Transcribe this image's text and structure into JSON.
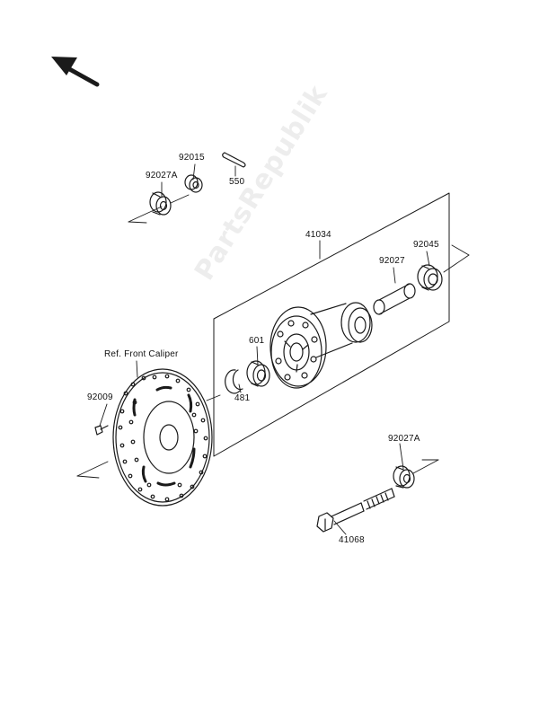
{
  "labels": {
    "p92015": "92015",
    "p92027A_top": "92027A",
    "p550": "550",
    "p41034": "41034",
    "p92045": "92045",
    "p92027": "92027",
    "p601": "601",
    "ref_caliper": "Ref. Front Caliper",
    "p92009": "92009",
    "p481": "481",
    "p92027A_bottom": "92027A",
    "p41068": "41068"
  },
  "watermark": "PartsRepublik",
  "colors": {
    "line": "#1a1a1a",
    "background": "#ffffff"
  }
}
